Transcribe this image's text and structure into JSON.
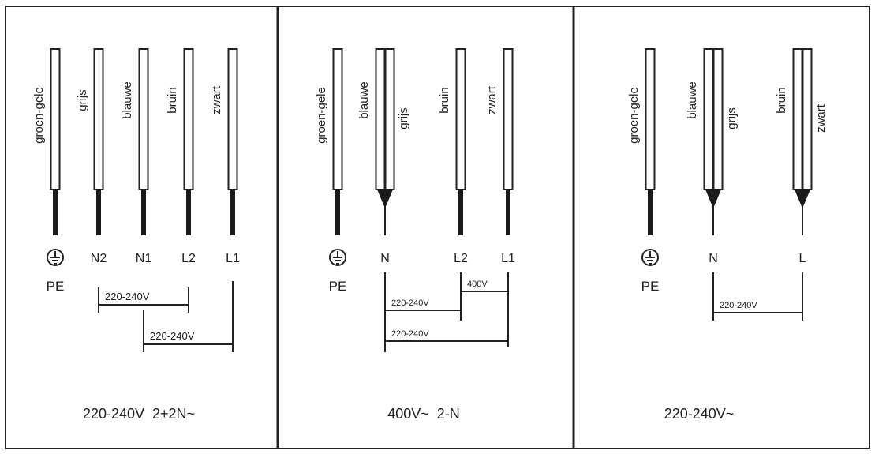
{
  "panels": [
    {
      "wires": [
        {
          "label": "groen-gele",
          "strands": 1,
          "short_label": false
        },
        {
          "label": "grijs",
          "strands": 1,
          "short_label": true
        },
        {
          "label": "blauwe",
          "strands": 1,
          "short_label": true
        },
        {
          "label": "bruin",
          "strands": 1,
          "short_label": true
        },
        {
          "label": "zwart",
          "strands": 1,
          "short_label": true
        }
      ],
      "terminals": [
        "⏚",
        "N2",
        "N1",
        "L2",
        "L1"
      ],
      "pe_label": "PE",
      "brackets": [
        {
          "from": 1,
          "to": 3,
          "label": "220-240V",
          "small": false
        },
        {
          "from": 2,
          "to": 4,
          "label": "220-240V",
          "small": false
        }
      ],
      "caption": "220-240V  2+2N~"
    },
    {
      "wires": [
        {
          "label": "groen-gele",
          "strands": 1,
          "short_label": false
        },
        {
          "labels": [
            "blauwe",
            "grijs"
          ],
          "strands": 2
        },
        {
          "label": "bruin",
          "strands": 1,
          "short_label": true
        },
        {
          "label": "zwart",
          "strands": 1,
          "short_label": true
        }
      ],
      "terminals": [
        "⏚",
        "N",
        "L2",
        "L1"
      ],
      "pe_label": "PE",
      "brackets": [
        {
          "from": 2,
          "to": 3,
          "label": "400V",
          "small": true
        },
        {
          "from": 1,
          "to": 2,
          "label": "220-240V",
          "small": true
        },
        {
          "from": 1,
          "to": 3,
          "label": "220-240V",
          "small": true
        }
      ],
      "caption": "400V~  2-N"
    },
    {
      "wires": [
        {
          "label": "groen-gele",
          "strands": 1,
          "short_label": false
        },
        {
          "labels": [
            "blauwe",
            "grijs"
          ],
          "strands": 2
        },
        {
          "labels": [
            "bruin",
            "zwart"
          ],
          "strands": 2
        }
      ],
      "terminals": [
        "⏚",
        "N",
        "L"
      ],
      "pe_label": "PE",
      "brackets": [
        {
          "from": 1,
          "to": 2,
          "label": "220-240V",
          "small": true
        }
      ],
      "caption": "220-240V~"
    }
  ]
}
